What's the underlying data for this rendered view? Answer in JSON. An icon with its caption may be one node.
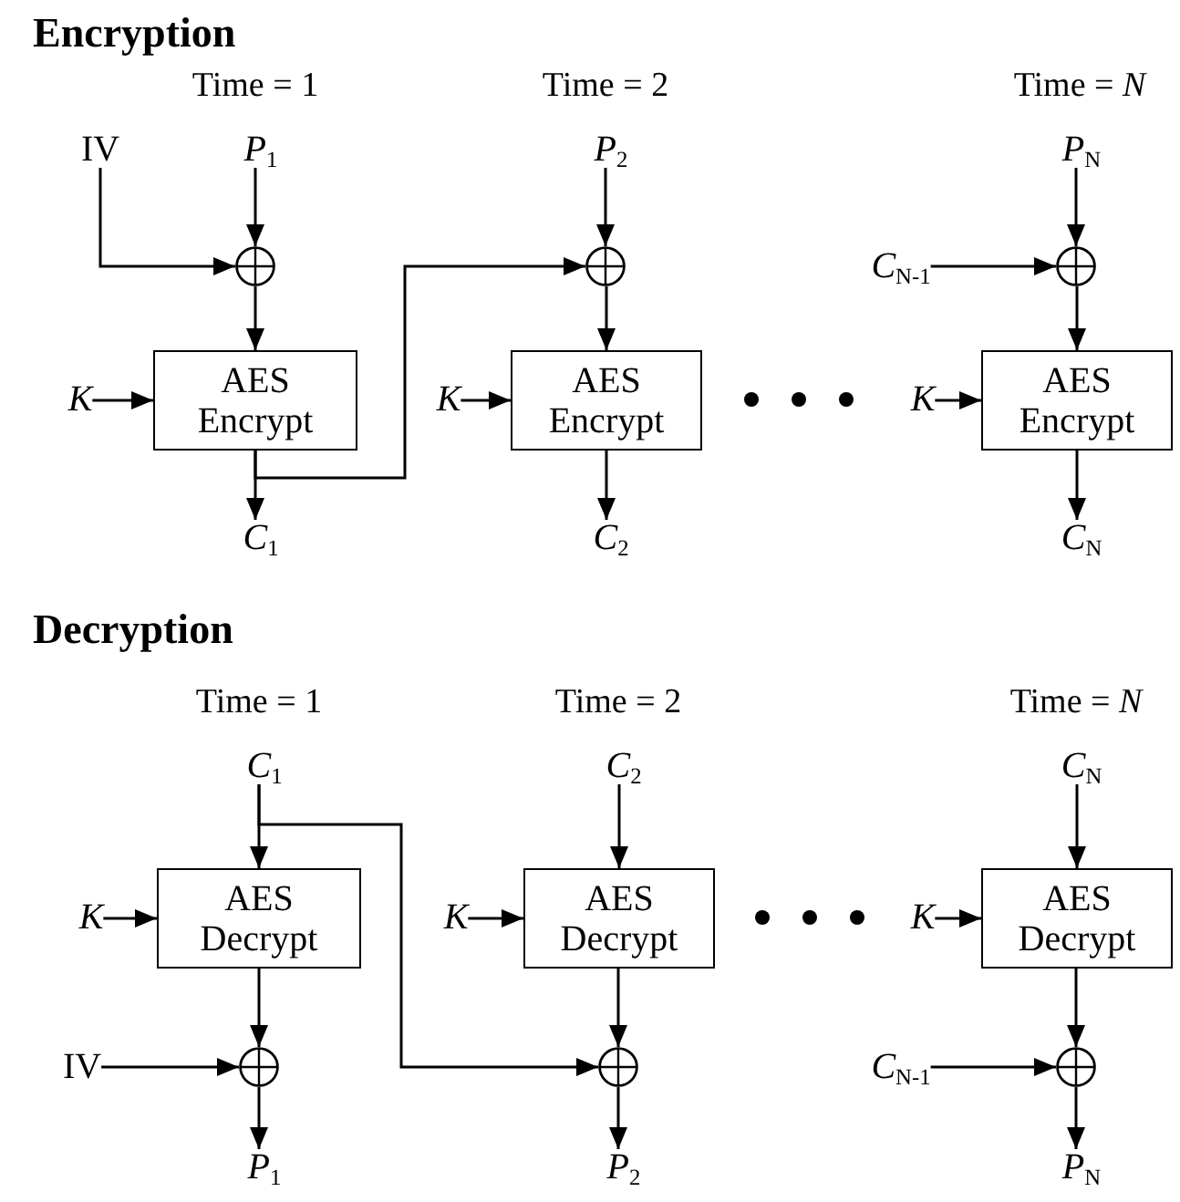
{
  "diagram": {
    "nodes": [
      {
        "text": [
          "IV"
        ]
      },
      {
        "text": [
          "P$_{1}$"
        ]
      },
      {
        "text": [],
        "shape": "circle"
      },
      {
        "text": [
          "K"
        ]
      },
      {
        "text": [
          "AES Encrypt"
        ]
      },
      {
        "text": [
          "C$_{1}$"
        ]
      },
      {
        "text": [
          "P$_{2}$"
        ]
      },
      {
        "text": [],
        "shape": "circle"
      },
      {
        "text": [
          "K"
        ]
      },
      {
        "text": [
          "AES Encrypt"
        ]
      },
      {
        "text": [
          "C$_{2}$"
        ]
      },
      {
        "text": [
          "C$_{N-1}$"
        ]
      },
      {
        "text": [
          "P$_{N}$"
        ]
      },
      {
        "text": [],
        "shape": "circle"
      },
      {
        "text": [
          "K"
        ]
      },
      {
        "text": [
          "AES Encrypt"
        ]
      },
      {
        "text": [
          "C$_{N}$"
        ]
      },
      {
        "text": [
          "C$_{1}$"
        ]
      },
      {
        "text": [
          "K"
        ]
      },
      {
        "text": [
          "AES Decrypt"
        ]
      },
      {
        "text": [
          "IV"
        ]
      },
      {
        "text": [],
        "shape": "circle"
      },
      {
        "text": [
          "P$_{1}$"
        ]
      },
      {
        "text": [
          "C$_{2}$"
        ]
      },
      {
        "text": [
          "K"
        ]
      },
      {
        "text": [
          "AES Decrypt"
        ]
      },
      {
        "text": [],
        "shape": "circle"
      },
      {
        "text": [
          "P$_{2}$"
        ]
      },
      {
        "text": [
          "C$_{N}$"
        ]
      },
      {
        "text": [
          "K"
        ]
      },
      {
        "text": [
          "AES Decrypt"
        ]
      },
      {
        "text": [
          "C$_{N-1}$"
        ]
      },
      {
        "text": [],
        "shape": "circle"
      },
      {
        "text": [
          "P$_{N}$"
        ]
      }
    ],
    "edges": [
      {
        "from": 0,
        "to": 2,
        "arrow": "to"
      },
      {
        "from": 1,
        "to": 2,
        "arrow": "to"
      },
      {
        "from": 2,
        "to": 4,
        "arrow": "to"
      },
      {
        "from": 3,
        "to": 4,
        "arrow": "to"
      },
      {
        "from": 4,
        "to": 5,
        "arrow": "to"
      },
      {
        "from": 4,
        "to": 7,
        "arrow": "to"
      },
      {
        "from": 6,
        "to": 7,
        "arrow": "to"
      },
      {
        "from": 7,
        "to": 9,
        "arrow": "to"
      },
      {
        "from": 8,
        "to": 9,
        "arrow": "to"
      },
      {
        "from": 9,
        "to": 10,
        "arrow": "to"
      },
      {
        "from": 11,
        "to": 13,
        "arrow": "to"
      },
      {
        "from": 12,
        "to": 13,
        "arrow": "to"
      },
      {
        "from": 13,
        "to": 15,
        "arrow": "to"
      },
      {
        "from": 14,
        "to": 15,
        "arrow": "to"
      },
      {
        "from": 15,
        "to": 16,
        "arrow": "to"
      },
      {
        "from": 17,
        "to": 19,
        "arrow": "to"
      },
      {
        "from": 17,
        "to": 26,
        "arrow": "to"
      },
      {
        "from": 18,
        "to": 19,
        "arrow": "to"
      },
      {
        "from": 19,
        "to": 21,
        "arrow": "to"
      },
      {
        "from": 20,
        "to": 21,
        "arrow": "to"
      },
      {
        "from": 21,
        "to": 22,
        "arrow": "to"
      },
      {
        "from": 23,
        "to": 25,
        "arrow": "to"
      },
      {
        "from": 24,
        "to": 25,
        "arrow": "to"
      },
      {
        "from": 25,
        "to": 26,
        "arrow": "to"
      },
      {
        "from": 26,
        "to": 27,
        "arrow": "to"
      },
      {
        "from": 28,
        "to": 30,
        "arrow": "to"
      },
      {
        "from": 29,
        "to": 30,
        "arrow": "to"
      },
      {
        "from": 30,
        "to": 32,
        "arrow": "to"
      },
      {
        "from": 31,
        "to": 32,
        "arrow": "to"
      },
      {
        "from": 32,
        "to": 33,
        "arrow": "to"
      }
    ],
    "labels": [
      "Encryption",
      "Time = 1",
      "Time = 2",
      "Time = *N*",
      "Decryption",
      "Time = 1",
      "Time = 2",
      "Time = *N*"
    ]
  }
}
